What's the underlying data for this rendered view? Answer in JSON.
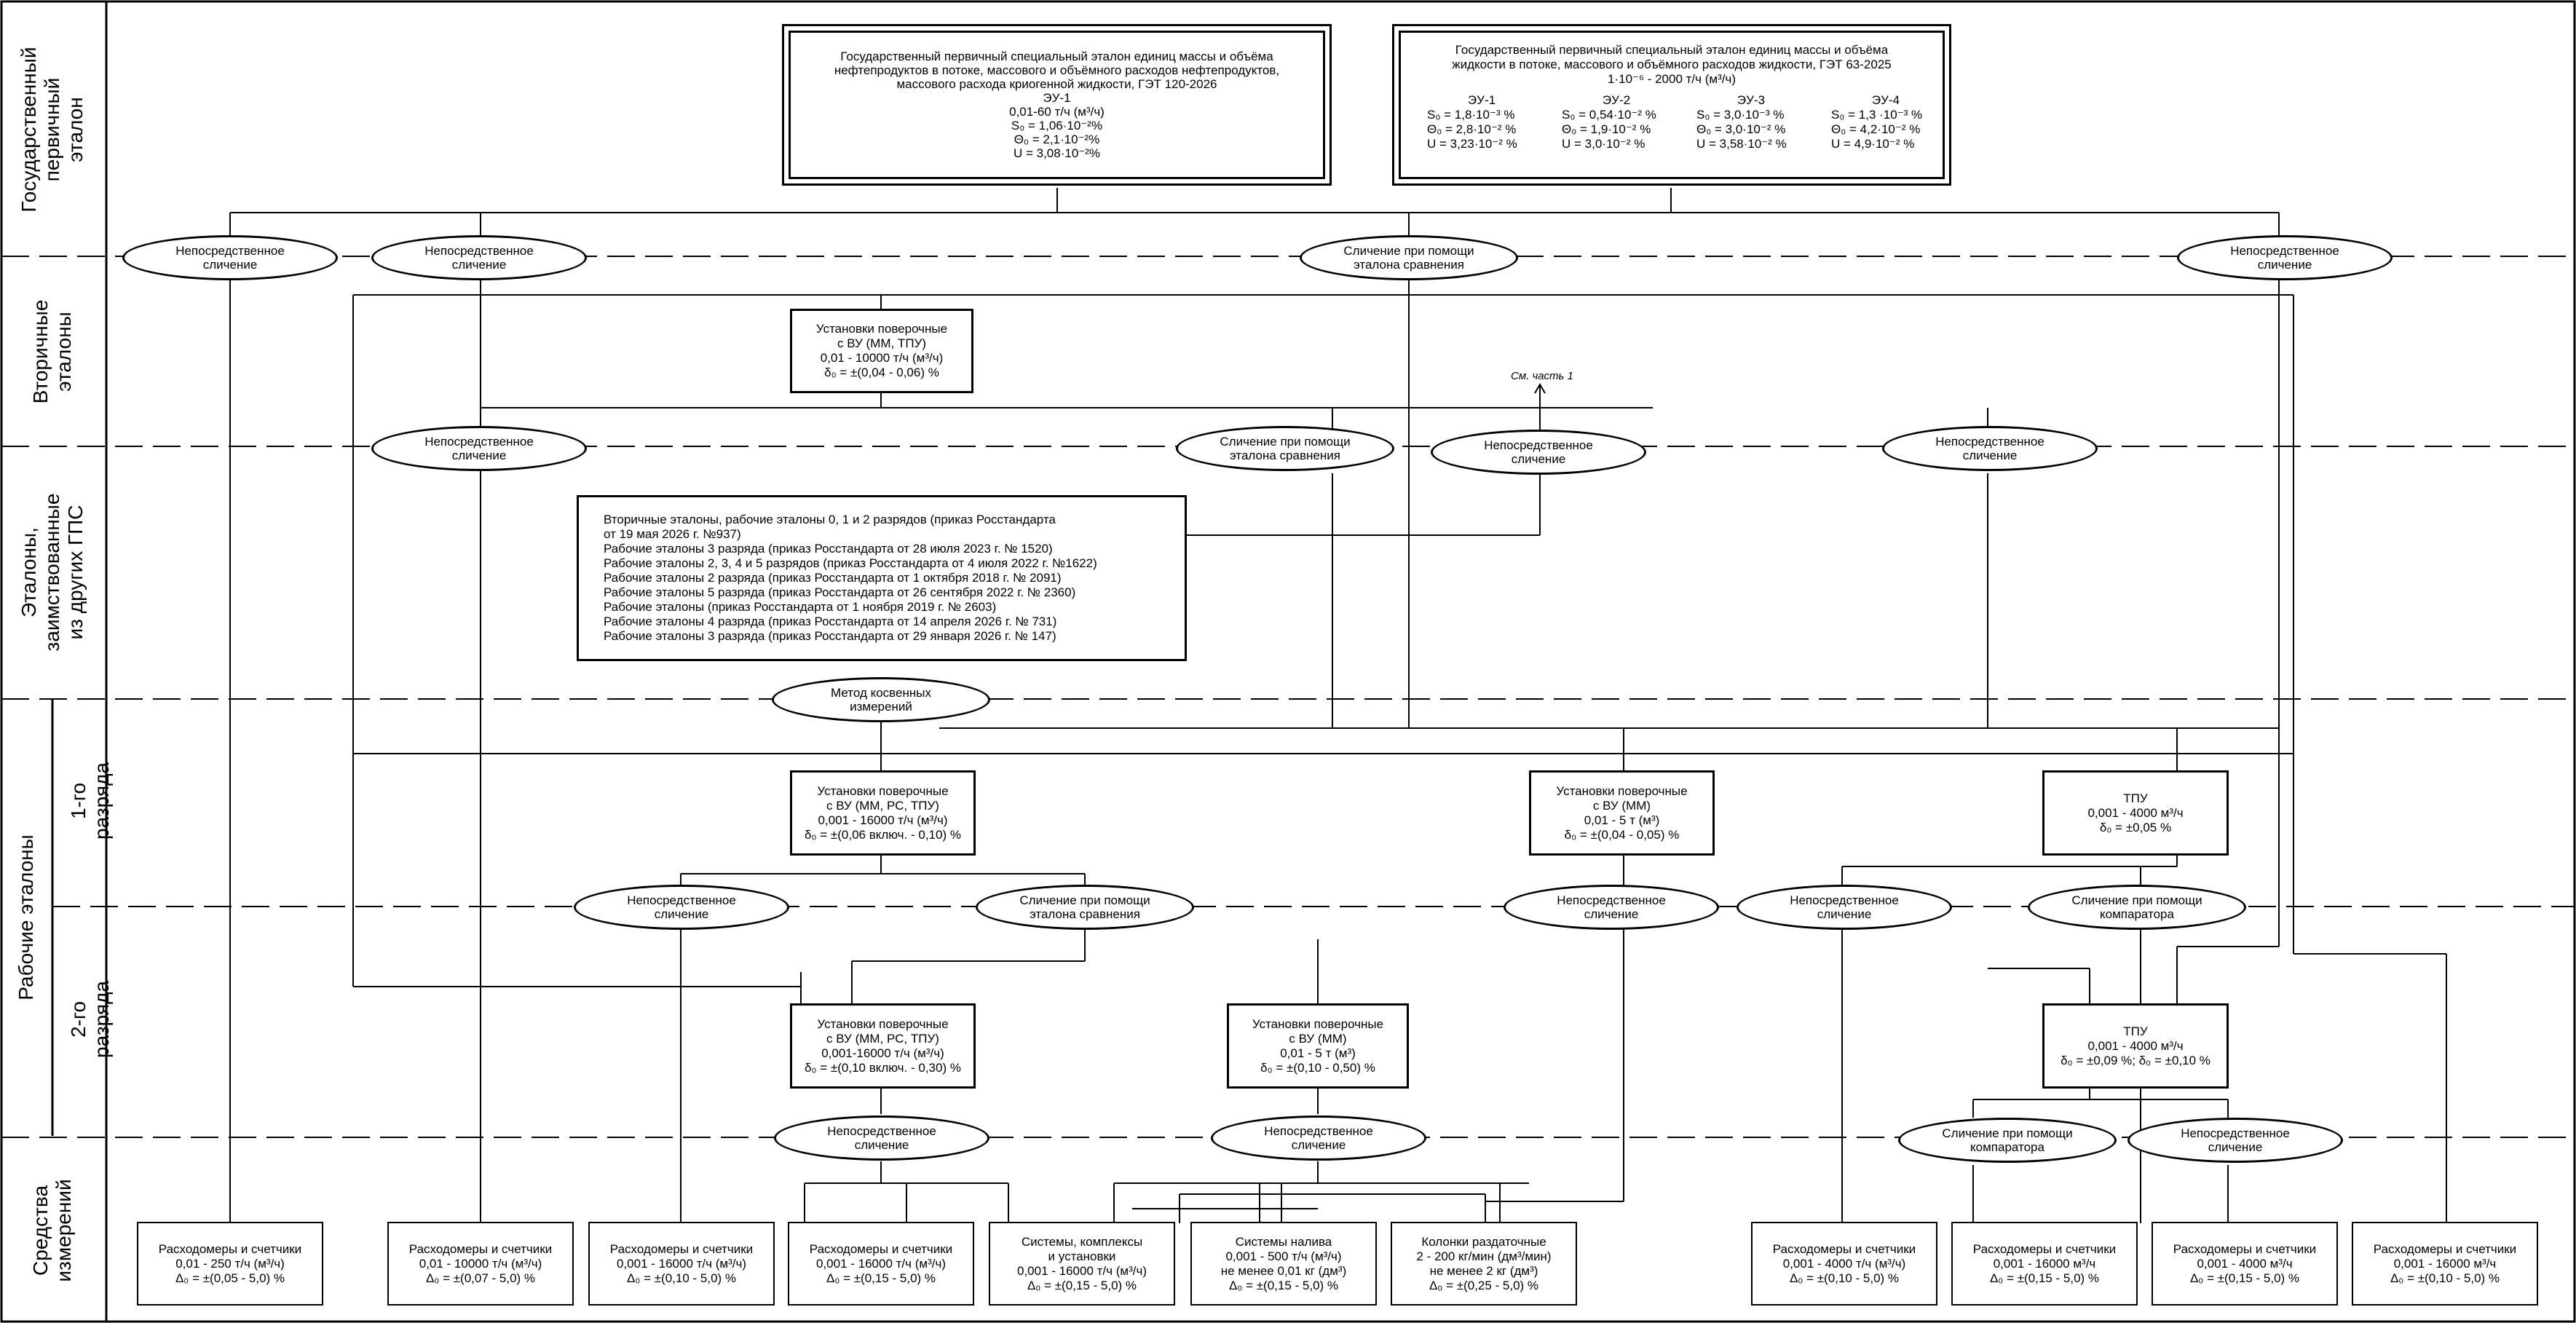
{
  "rows": {
    "state": [
      "Государственный",
      "первичный",
      "эталон"
    ],
    "secondary": [
      "Вторичные",
      "эталоны"
    ],
    "borrowed": [
      "Эталоны,",
      "заимствованные",
      "из других ГПС"
    ],
    "working": "Рабочие эталоны",
    "first": [
      "1-го",
      "разряда"
    ],
    "second": [
      "2-го",
      "разряда"
    ],
    "instruments": [
      "Средства",
      "измерений"
    ]
  },
  "standards": {
    "get120": {
      "lines": [
        "Государственный первичный специальный эталон единиц массы и объёма",
        "нефтепродуктов в потоке, массового и объёмного расходов нефтепродуктов,",
        "массового расхода криогенной жидкости, ГЭТ 120-2026",
        "ЭУ-1",
        "0,01-60 т/ч (м³/ч)",
        "S₀ = 1,06·10⁻²%",
        "Θ₀ = 2,1·10⁻²%",
        "U = 3,08·10⁻²%"
      ]
    },
    "get63": {
      "header": [
        "Государственный первичный специальный эталон единиц массы и объёма",
        "жидкости в потоке, массового и объёмного расходов жидкости, ГЭТ 63-2025",
        "1·10⁻⁶ - 2000 т/ч (м³/ч)"
      ],
      "units": [
        {
          "name": "ЭУ-1",
          "s": "S₀ = 1,8·10⁻³ %",
          "t": "Θ₀ = 2,8·10⁻² %",
          "u": "U = 3,23·10⁻² %"
        },
        {
          "name": "ЭУ-2",
          "s": "S₀ = 0,54·10⁻² %",
          "t": "Θ₀ = 1,9·10⁻² %",
          "u": "U = 3,0·10⁻² %"
        },
        {
          "name": "ЭУ-3",
          "s": "S₀ = 3,0·10⁻³ %",
          "t": "Θ₀ = 3,0·10⁻² %",
          "u": "U = 3,58·10⁻² %"
        },
        {
          "name": "ЭУ-4",
          "s": "S₀ = 1,3 ·10⁻³ %",
          "t": "Θ₀ = 4,2·10⁻² %",
          "u": "U = 4,9·10⁻² %"
        }
      ]
    },
    "secondary_vu": [
      "Установки поверочные",
      "с ВУ (ММ, ТПУ)",
      "0,01 - 10000 т/ч (м³/ч)",
      "δ₀ = ±(0,04 - 0,06) %"
    ],
    "borrowed_list": [
      "Вторичные эталоны, рабочие эталоны 0, 1 и 2 разрядов (приказ Росстандарта",
      "от 19 мая 2026 г. №937)",
      "Рабочие эталоны 3 разряда (приказ Росстандарта от 28 июля 2023 г. № 1520)",
      "Рабочие эталоны 2, 3, 4 и 5 разрядов (приказ Росстандарта от 4 июля 2022 г. №1622)",
      "Рабочие эталоны 2 разряда (приказ Росстандарта от 1 октября 2018 г. № 2091)",
      "Рабочие эталоны 5 разряда (приказ Росстандарта от 26 сентября 2022 г. № 2360)",
      "Рабочие эталоны (приказ Росстандарта от 1 ноября 2019 г. № 2603)",
      "Рабочие эталоны 4 разряда (приказ Росстандарта от 14 апреля 2026 г. № 731)",
      "Рабочие эталоны 3 разряда (приказ Росстандарта от 29 января 2026 г. № 147)"
    ],
    "w1_vu": [
      "Установки поверочные",
      "с ВУ (ММ, РС, ТПУ)",
      "0,001 - 16000 т/ч (м³/ч)",
      "δ₀ = ±(0,06 включ. - 0,10) %"
    ],
    "w1_mm": [
      "Установки поверочные",
      "с ВУ (ММ)",
      "0,01 - 5 т (м³)",
      "δ₀ = ±(0,04 - 0,05) %"
    ],
    "w1_tpu": [
      "ТПУ",
      "0,001 - 4000 м³/ч",
      "δ₀ = ±0,05 %"
    ],
    "w2_vu": [
      "Установки поверочные",
      "с ВУ (ММ, РС, ТПУ)",
      "0,001-16000 т/ч (м³/ч)",
      "δ₀ = ±(0,10 включ. - 0,30) %"
    ],
    "w2_mm": [
      "Установки поверочные",
      "с ВУ (ММ)",
      "0,01 - 5 т (м³)",
      "δ₀ = ±(0,10 - 0,50) %"
    ],
    "w2_tpu": [
      "ТПУ",
      "0,001 - 4000 м³/ч",
      "δ₀ = ±0,09 %; δ₀ = ±0,10 %"
    ]
  },
  "methods": {
    "direct": [
      "Непосредственное",
      "сличение"
    ],
    "compare_ref": [
      "Сличение при помощи",
      "эталона сравнения"
    ],
    "compare_comp": [
      "Сличение при помощи",
      "компаратора"
    ],
    "indirect": [
      "Метод косвенных",
      "измерений"
    ]
  },
  "note": "См. часть 1",
  "instruments": [
    [
      "Расходомеры и счетчики",
      "0,01 - 250 т/ч (м³/ч)",
      "Δ₀ = ±(0,05 - 5,0) %"
    ],
    [
      "Расходомеры и счетчики",
      "0,01 - 10000 т/ч (м³/ч)",
      "Δ₀ = ±(0,07 - 5,0) %"
    ],
    [
      "Расходомеры и счетчики",
      "0,001 - 16000 т/ч (м³/ч)",
      "Δ₀ = ±(0,10 - 5,0) %"
    ],
    [
      "Расходомеры и счетчики",
      "0,001 - 16000 т/ч (м³/ч)",
      "Δ₀ = ±(0,15 - 5,0) %"
    ],
    [
      "Системы, комплексы",
      "и установки",
      "0,001 - 16000 т/ч (м³/ч)",
      "Δ₀ = ±(0,15 - 5,0) %"
    ],
    [
      "Системы налива",
      "0,001 - 500 т/ч (м³/ч)",
      "не менее 0,01 кг (дм³)",
      "Δ₀ = ±(0,15 - 5,0) %"
    ],
    [
      "Колонки раздаточные",
      "2 - 200 кг/мин (дм³/мин)",
      "не менее 2 кг (дм³)",
      "Δ₀ = ±(0,25 - 5,0) %"
    ],
    [
      "Расходомеры и счетчики",
      "0,001 - 4000 т/ч (м³/ч)",
      "Δ₀ = ±(0,10 - 5,0) %"
    ],
    [
      "Расходомеры и счетчики",
      "0,001 - 16000 м³/ч",
      "Δ₀ = ±(0,15 - 5,0) %"
    ],
    [
      "Расходомеры и счетчики",
      "0,001 - 4000 м³/ч",
      "Δ₀ = ±(0,15 - 5,0) %"
    ],
    [
      "Расходомеры и счетчики",
      "0,001 - 16000 м³/ч",
      "Δ₀ = ±(0,10 - 5,0) %"
    ]
  ]
}
